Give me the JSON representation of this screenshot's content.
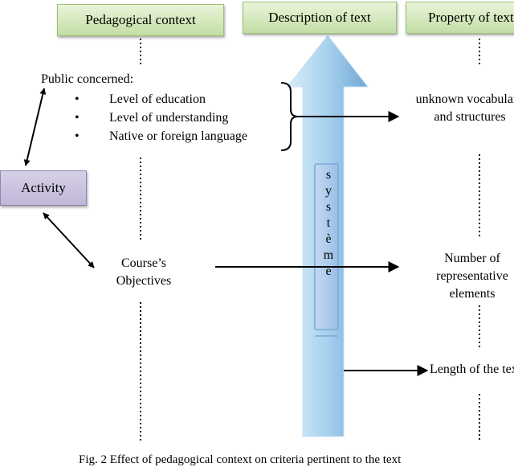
{
  "headers": {
    "pedagogical": "Pedagogical context",
    "description": "Description of text",
    "property": "Property of text"
  },
  "public": {
    "title": "Public concerned:",
    "bullets": [
      "Level of education",
      "Level of understanding",
      "Native or foreign language"
    ]
  },
  "activity": "Activity",
  "objectives": [
    "Course’s",
    "Objectives"
  ],
  "systeme_letters": [
    "s",
    "y",
    "s",
    "t",
    "è",
    "m",
    "e"
  ],
  "properties": {
    "vocab": [
      "unknown vocabulary",
      "and structures"
    ],
    "number": [
      "Number of",
      "representative",
      "elements"
    ],
    "length": "Length of the text"
  },
  "caption": "Fig. 2 Effect of pedagogical context on criteria pertinent to the text",
  "colors": {
    "header_fill": "#d4e8bc",
    "activity_fill": "#c0b7d8",
    "arrow_fill": "#9fcdec"
  }
}
